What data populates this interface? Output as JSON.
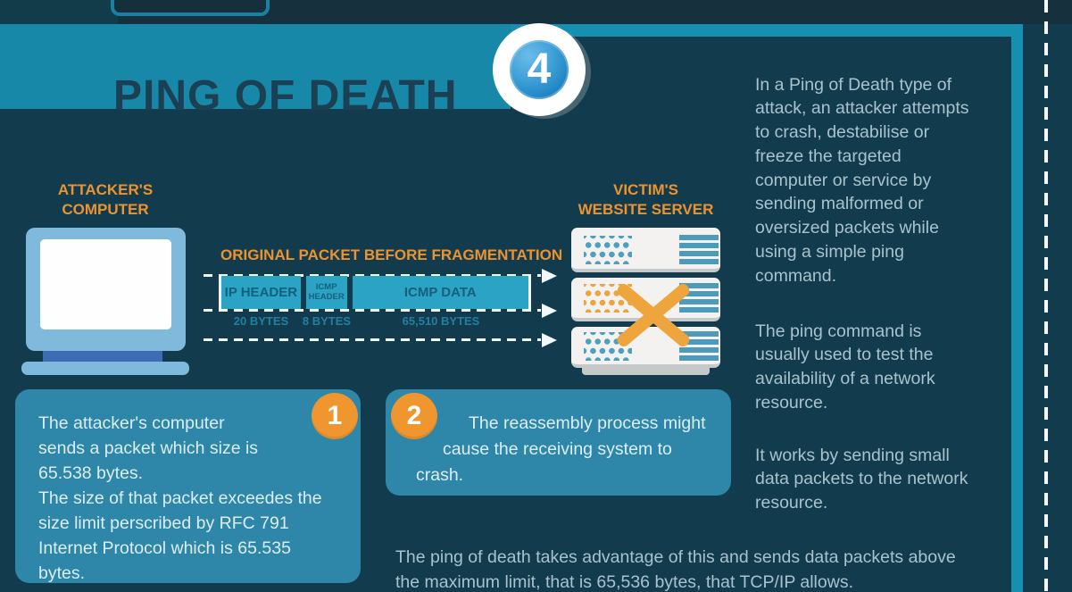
{
  "banner": {
    "title": "PING OF DEATH",
    "number": "4"
  },
  "right_column": {
    "para1": "In a Ping of Death type of attack, an attacker attempts to crash, destabilise or freeze the targeted computer or service by sending malformed or oversized packets while using a simple ping command.",
    "para2": "The ping command is usually used to test the availability of a network resource.",
    "para3": "It works by sending small data packets to the network resource."
  },
  "diagram": {
    "attacker_label": [
      "ATTACKER'S",
      "COMPUTER"
    ],
    "victim_label": [
      "VICTIM'S",
      "WEBSITE SERVER"
    ],
    "packet_title": "ORIGINAL PACKET BEFORE FRAGMENTATION",
    "segments": [
      {
        "label": "IP HEADER",
        "size": "20 BYTES"
      },
      {
        "label": "ICMP HEADER",
        "size": "8 BYTES"
      },
      {
        "label": "ICMP DATA",
        "size": "65,510 BYTES"
      }
    ]
  },
  "callouts": {
    "box1": {
      "number": "1",
      "lines": [
        "The attacker's computer",
        "sends a packet which size is",
        "65.538 bytes.",
        "The size of that packet exceedes the",
        "size limit perscribed by RFC 791",
        "Internet Protocol which is 65.535",
        "bytes."
      ]
    },
    "box2": {
      "number": "2",
      "lines": [
        "The reassembly process might",
        "cause the receiving system to",
        "crash."
      ]
    }
  },
  "footer": {
    "text": "The ping of death takes advantage of this and sends data packets above the maximum limit, that is 65,536 bytes, that TCP/IP allows."
  },
  "colors": {
    "background": "#123C4E",
    "teal_accent": "#1590B1",
    "banner_teal": "#1788A8",
    "title_navy": "#1C4053",
    "orange_accent": "#EC9330",
    "callout_blue": "#2E86A9",
    "packet_fill": "#2BA3C5",
    "badge_blue": "#2187C4",
    "server_teal": "#4FA0BD",
    "server_dot_orange": "#EBA53F"
  }
}
